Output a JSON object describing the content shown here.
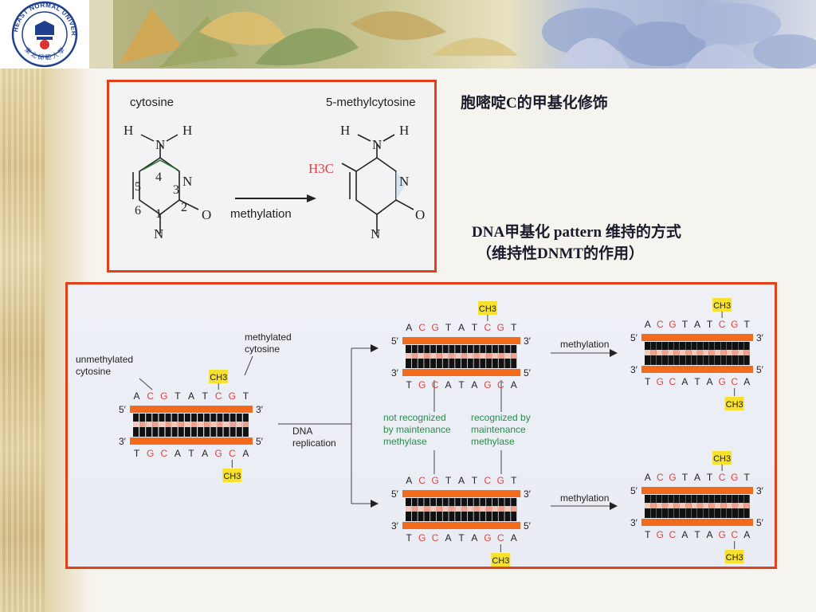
{
  "header": {
    "seal_text": "NORTHEAST NORMAL UNIVERSITY",
    "seal_bottom_text": "東 北 師 範 大 學"
  },
  "captions": {
    "cytosine_title": "胞嘧啶C的甲基化修饰",
    "dna_pattern_line1": "DNA甲基化 pattern 维持的方式",
    "dna_pattern_line2": "（维持性DNMT的作用）"
  },
  "cytosine_diagram": {
    "left_label": "cytosine",
    "right_label": "5-methylcytosine",
    "arrow_label": "methylation",
    "atoms": {
      "N": "N",
      "H": "H",
      "O": "O",
      "methyl": "H3C"
    },
    "ring_numbers": [
      "1",
      "2",
      "3",
      "4",
      "5",
      "6"
    ]
  },
  "replication_diagram": {
    "unmethylated_label": [
      "unmethylated",
      "cytosine"
    ],
    "methylated_label": [
      "methylated",
      "cytosine"
    ],
    "replication_label": [
      "DNA",
      "replication"
    ],
    "not_recognized_label": [
      "not recognized",
      "by maintenance",
      "methylase"
    ],
    "recognized_label": [
      "recognized by",
      "maintenance",
      "methylase"
    ],
    "methylation_label": "methylation",
    "top_sequence": [
      "A",
      "C",
      "G",
      "T",
      "A",
      "T",
      "C",
      "G",
      "T"
    ],
    "bottom_sequence": [
      "T",
      "G",
      "C",
      "A",
      "T",
      "A",
      "G",
      "C",
      "A"
    ],
    "ch3": "CH3",
    "end5": "5′",
    "end3": "3′",
    "colors": {
      "strand": "#f26a1b",
      "base_dark": "#111111",
      "base_light": "#f2a08c",
      "highlight_c": "#e0413f",
      "ch3_box": "#f8e12c"
    }
  }
}
